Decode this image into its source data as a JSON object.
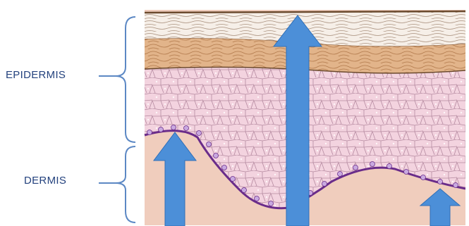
{
  "labels": {
    "epidermis": "EPIDERMIS",
    "dermis": "DERMIS"
  },
  "colors": {
    "label_text": "#24427e",
    "bracket": "#5c88c4",
    "arrow_fill": "#4c8fd8",
    "arrow_stroke": "#2f6fb8",
    "stratum_corneum": "#f4ece4",
    "granular_layer": "#dca878",
    "spinous_layer": "#f2cfdc",
    "basal_line": "#6a2c8a",
    "dermis": "#f0cdbd"
  },
  "arrows": [
    {
      "name": "left-arrow"
    },
    {
      "name": "center-arrow"
    },
    {
      "name": "right-arrow"
    }
  ]
}
